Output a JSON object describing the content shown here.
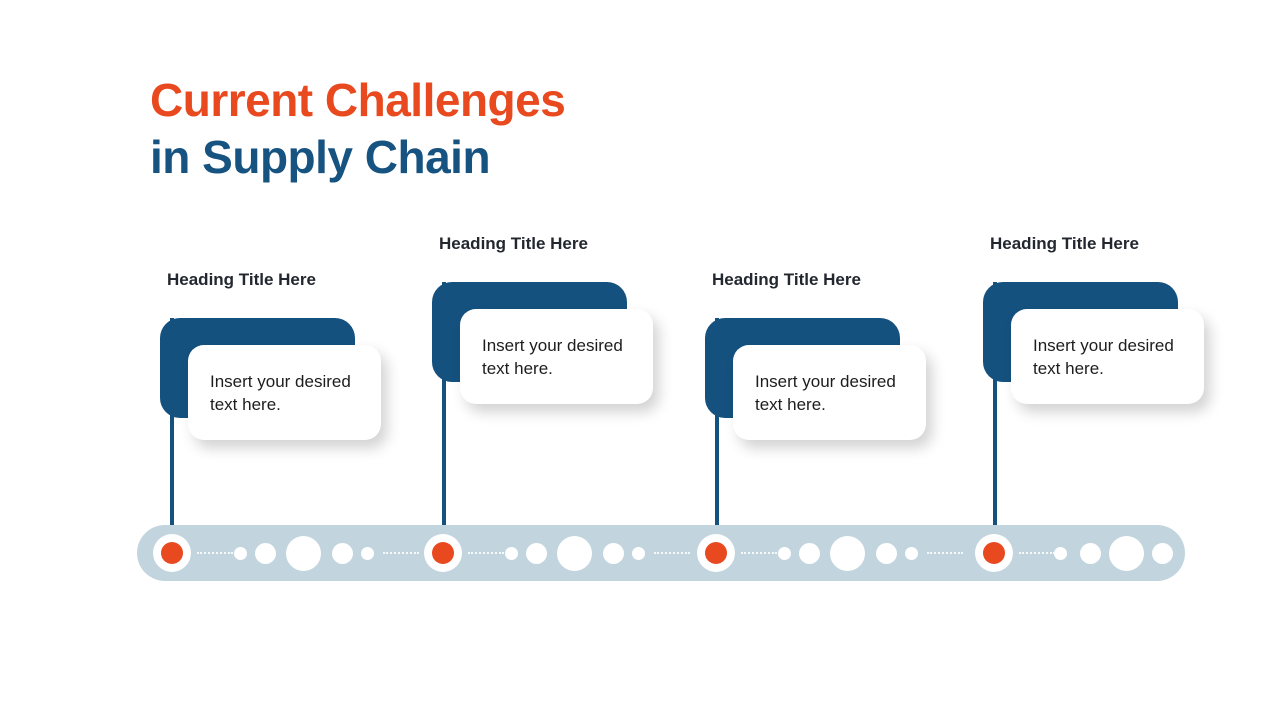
{
  "slide": {
    "title": {
      "line1": "Current Challenges",
      "line2": "in Supply Chain"
    },
    "colors": {
      "accent_orange": "#E8491F",
      "title_blue": "#175380",
      "box_blue": "#15517E",
      "timeline_bar": "#C2D4DD",
      "heading_text": "#23272F",
      "body_text": "#1D1D1D",
      "card_background": "#FFFFFF"
    }
  },
  "items": [
    {
      "heading": "Heading Title Here",
      "body": "Insert your desired text here."
    },
    {
      "heading": "Heading Title Here",
      "body": "Insert your desired text here."
    },
    {
      "heading": "Heading Title Here",
      "body": "Insert your desired text here."
    },
    {
      "heading": "Heading Title Here",
      "body": "Insert your desired text here."
    }
  ],
  "timeline": {
    "node_count": 4,
    "node_color": "#E8491F",
    "node_ring_color": "#FFFFFF",
    "segment_decor_pattern": [
      "small",
      "medium",
      "large",
      "medium",
      "small"
    ],
    "trailing_decor_pattern": [
      "small",
      "medium",
      "large",
      "medium"
    ]
  }
}
